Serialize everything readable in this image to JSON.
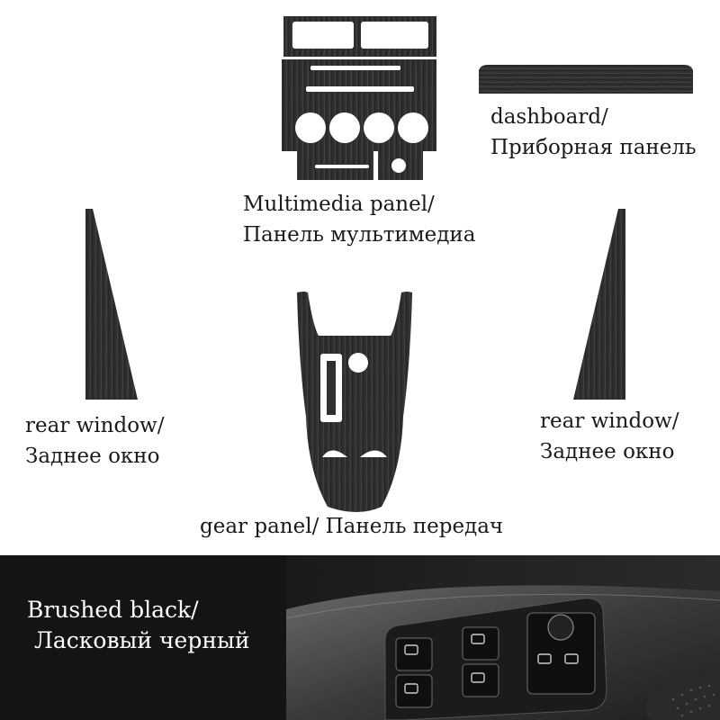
{
  "labels": {
    "multimedia": [
      "Multimedia panel/",
      "Панель мультимедиа"
    ],
    "dashboard": [
      "dashboard/",
      "Приборная панель"
    ],
    "rear_window_left": [
      "rear window/",
      "Заднее окно"
    ],
    "rear_window_right": [
      "rear window/",
      "Заднее окно"
    ],
    "gear": "gear panel/ Панель передач"
  },
  "banner": {
    "title": "Brushed black/",
    "subtitle": "Ласковый черный"
  },
  "colors": {
    "brushed_black": "#2e2e2e",
    "banner_bg": "#141414"
  }
}
